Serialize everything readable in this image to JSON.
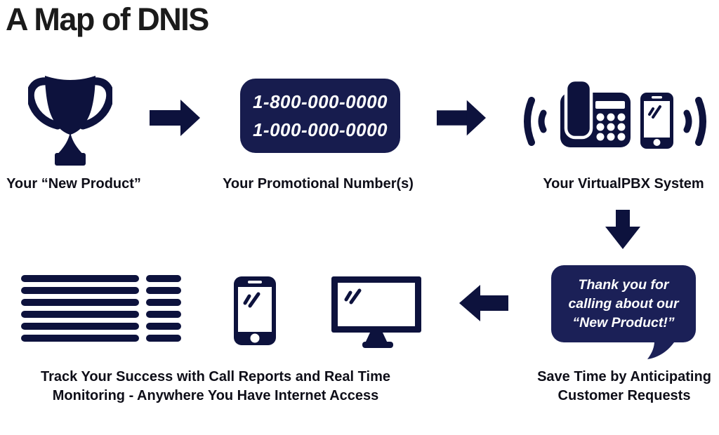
{
  "title": "A Map of DNIS",
  "colors": {
    "icon_navy": "#0d123d",
    "promo_box_navy": "#171c4e",
    "bubble_navy": "#1b2057",
    "caption_text": "#0e0e18",
    "title_text": "#1b1b1b",
    "background": "#ffffff",
    "white": "#ffffff"
  },
  "steps": {
    "product": {
      "label": "Your “New Product”"
    },
    "promo": {
      "label": "Your Promotional Number(s)",
      "number1": "1-800-000-0000",
      "number2": "1-000-000-0000"
    },
    "pbx": {
      "label": "Your VirtualPBX System"
    },
    "greeting": {
      "line1": "Thank you for",
      "line2": "calling about our",
      "line3": "“New Product!”",
      "caption1": "Save Time by Anticipating",
      "caption2": "Customer Requests"
    },
    "tracking": {
      "caption1": "Track Your Success with Call Reports and Real Time",
      "caption2": "Monitoring - Anywhere You Have Internet Access"
    }
  },
  "icons": [
    "trophy-icon",
    "arrow-right-icon",
    "promo-numbers-box",
    "sound-waves-left-icon",
    "desk-phone-icon",
    "mobile-phone-icon",
    "sound-waves-right-icon",
    "arrow-down-icon",
    "speech-bubble",
    "arrow-left-icon",
    "monitor-icon",
    "smartphone-icon",
    "report-lines-icon"
  ]
}
